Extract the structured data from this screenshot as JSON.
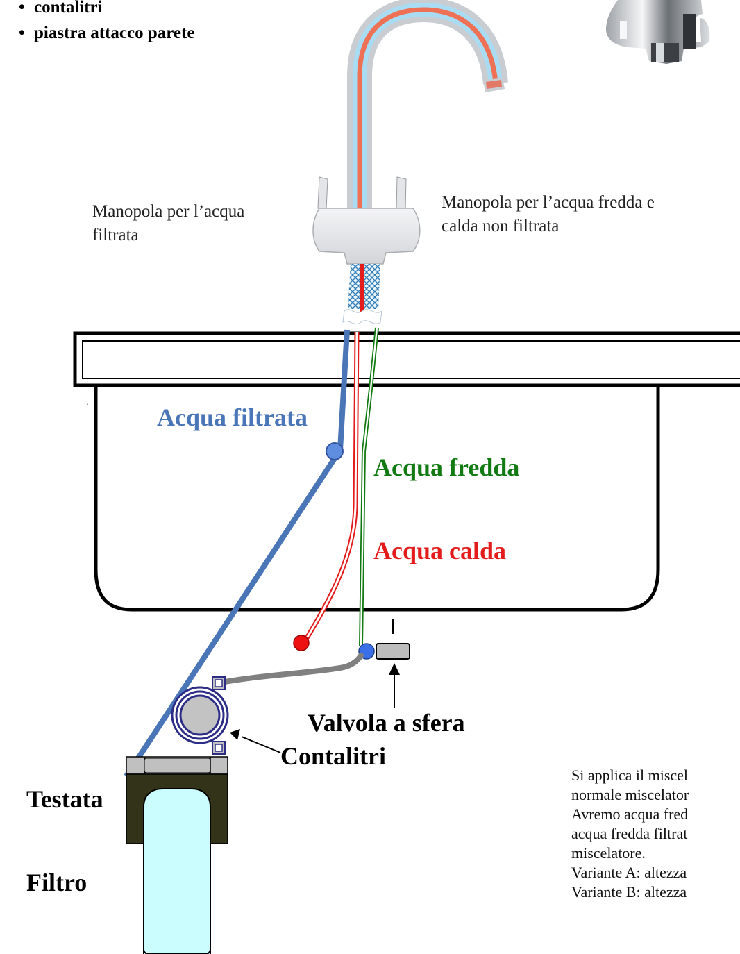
{
  "bullet_list": [
    "contalitri",
    "piastra attacco parete"
  ],
  "captions": {
    "left_handle": [
      "Manopola per l’acqua",
      "filtrata"
    ],
    "right_handle": [
      "Manopola per l’acqua fredda e",
      "calda non filtrata"
    ]
  },
  "pipe_labels": {
    "filtered": "Acqua filtrata",
    "cold": "Acqua fredda",
    "hot": "Acqua calda"
  },
  "component_labels": {
    "ball_valve": "Valvola a sfera",
    "meter": "Contalitri",
    "head": "Testata",
    "filter": "Filtro",
    "valve_mark": "I"
  },
  "description_lines": [
    "Si applica il miscel",
    "normale miscelator",
    "Avremo acqua fred",
    "acqua fredda filtrat",
    "miscelatore.",
    "Variante A: altezza",
    "Variante B: altezza"
  ],
  "colors": {
    "filtered_water": "#4a76b8",
    "cold_water": "#127a12",
    "hot_water": "#e41b1b",
    "filter_head": "#33331a",
    "filter_cartridge": "#ccfdfe",
    "meter_ring": "#2d2d88"
  }
}
